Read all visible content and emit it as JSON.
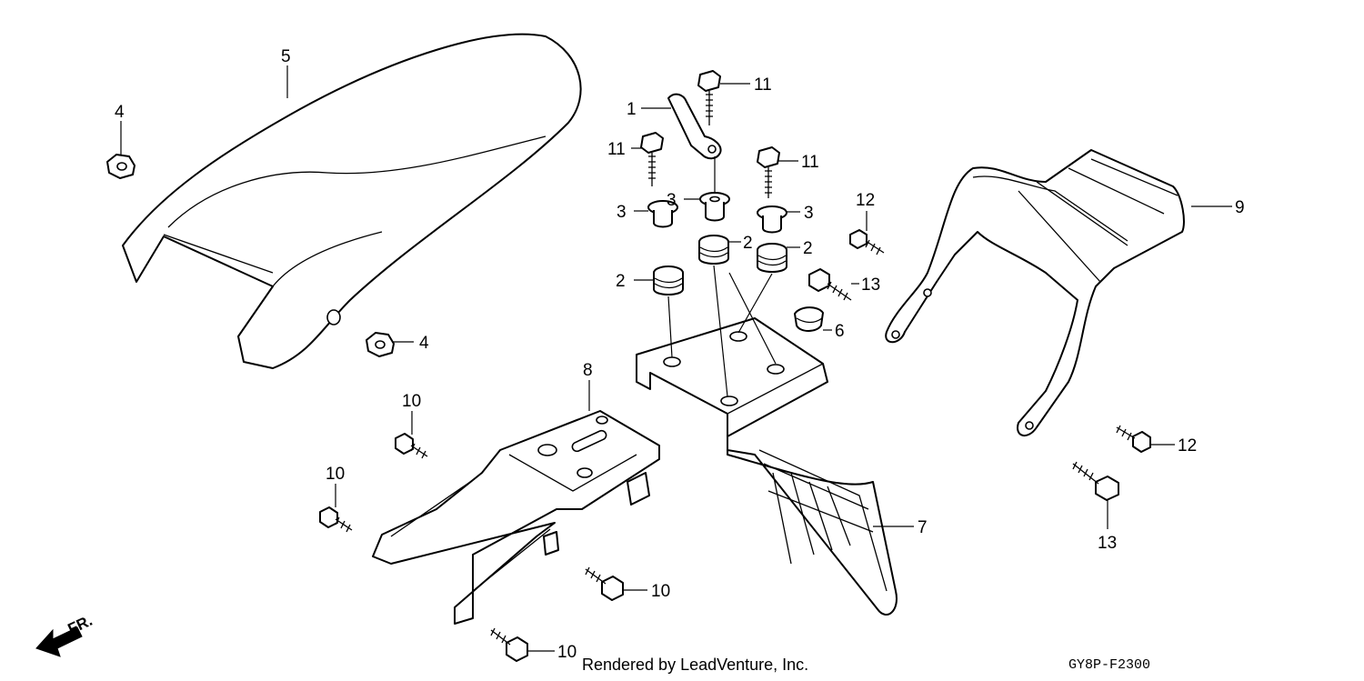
{
  "diagram": {
    "callouts": {
      "c1": "1",
      "c2a": "2",
      "c2b": "2",
      "c2c": "2",
      "c3a": "3",
      "c3b": "3",
      "c3c": "3",
      "c4a": "4",
      "c4b": "4",
      "c5": "5",
      "c6": "6",
      "c7": "7",
      "c8": "8",
      "c9": "9",
      "c10a": "10",
      "c10b": "10",
      "c10c": "10",
      "c10d": "10",
      "c11a": "11",
      "c11b": "11",
      "c11c": "11",
      "c12a": "12",
      "c12b": "12",
      "c13a": "13",
      "c13b": "13"
    },
    "direction_label": "FR.",
    "footer_text": "Rendered by LeadVenture, Inc.",
    "diagram_code": "GY8P-F2300"
  }
}
